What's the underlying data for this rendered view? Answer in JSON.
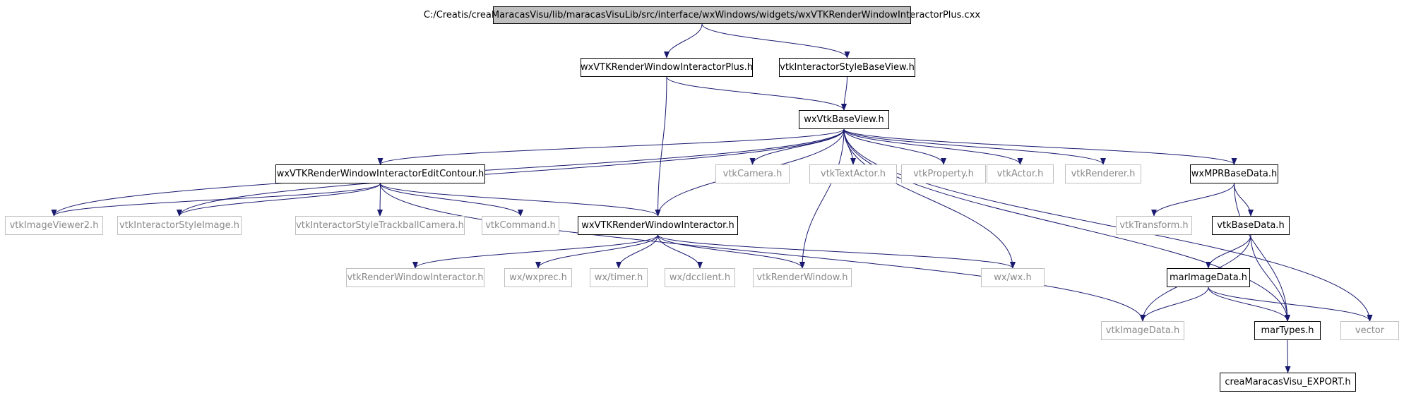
{
  "colors": {
    "edge": "#191970",
    "root_fill": "#bfbfbf",
    "solid_border": "#000000",
    "light_border": "#bfbfbf",
    "light_text": "#8a8a8a"
  },
  "nodes": [
    {
      "id": "root",
      "label": "C:/Creatis/creaMaracasVisu/lib/maracasVisuLib/src/interface/wxWindows/widgets/wxVTKRenderWindowInteractorPlus.cxx",
      "kind": "root"
    },
    {
      "id": "wxvtkrwiplus",
      "label": "wxVTKRenderWindowInteractorPlus.h",
      "kind": "solid"
    },
    {
      "id": "vtkisbv",
      "label": "vtkInteractorStyleBaseView.h",
      "kind": "solid"
    },
    {
      "id": "wxvtkbaseview",
      "label": "wxVtkBaseView.h",
      "kind": "solid"
    },
    {
      "id": "editcontour",
      "label": "wxVTKRenderWindowInteractorEditContour.h",
      "kind": "solid"
    },
    {
      "id": "vtkcamera",
      "label": "vtkCamera.h",
      "kind": "light"
    },
    {
      "id": "vtktextactor",
      "label": "vtkTextActor.h",
      "kind": "light"
    },
    {
      "id": "vtkproperty",
      "label": "vtkProperty.h",
      "kind": "light"
    },
    {
      "id": "vtkactor",
      "label": "vtkActor.h",
      "kind": "light"
    },
    {
      "id": "vtkrenderer",
      "label": "vtkRenderer.h",
      "kind": "light"
    },
    {
      "id": "wxmprbasedata",
      "label": "wxMPRBaseData.h",
      "kind": "solid"
    },
    {
      "id": "vtkimageviewer2",
      "label": "vtkImageViewer2.h",
      "kind": "light"
    },
    {
      "id": "vtkisimage",
      "label": "vtkInteractorStyleImage.h",
      "kind": "light"
    },
    {
      "id": "vtkistc",
      "label": "vtkInteractorStyleTrackballCamera.h",
      "kind": "light"
    },
    {
      "id": "vtkcommand",
      "label": "vtkCommand.h",
      "kind": "light"
    },
    {
      "id": "wxvtkrwi",
      "label": "wxVTKRenderWindowInteractor.h",
      "kind": "solid"
    },
    {
      "id": "vtktransform",
      "label": "vtkTransform.h",
      "kind": "light"
    },
    {
      "id": "vtkbasedata",
      "label": "vtkBaseData.h",
      "kind": "solid"
    },
    {
      "id": "vtkrwi",
      "label": "vtkRenderWindowInteractor.h",
      "kind": "light"
    },
    {
      "id": "wxprec",
      "label": "wx/wxprec.h",
      "kind": "light"
    },
    {
      "id": "wxtimer",
      "label": "wx/timer.h",
      "kind": "light"
    },
    {
      "id": "wxdcclient",
      "label": "wx/dcclient.h",
      "kind": "light"
    },
    {
      "id": "vtkrenderwindow",
      "label": "vtkRenderWindow.h",
      "kind": "light"
    },
    {
      "id": "wxwx",
      "label": "wx/wx.h",
      "kind": "light"
    },
    {
      "id": "marimagedata",
      "label": "marImageData.h",
      "kind": "solid"
    },
    {
      "id": "vtkimagedata",
      "label": "vtkImageData.h",
      "kind": "light"
    },
    {
      "id": "martypes",
      "label": "marTypes.h",
      "kind": "solid"
    },
    {
      "id": "vector",
      "label": "vector",
      "kind": "light"
    },
    {
      "id": "export",
      "label": "creaMaracasVisu_EXPORT.h",
      "kind": "solid"
    }
  ],
  "edges": [
    [
      "root",
      "wxvtkrwiplus"
    ],
    [
      "root",
      "vtkisbv"
    ],
    [
      "wxvtkrwiplus",
      "wxvtkbaseview"
    ],
    [
      "wxvtkrwiplus",
      "wxvtkrwi"
    ],
    [
      "vtkisbv",
      "wxvtkbaseview"
    ],
    [
      "wxvtkbaseview",
      "editcontour"
    ],
    [
      "wxvtkbaseview",
      "vtkcamera"
    ],
    [
      "wxvtkbaseview",
      "vtktextactor"
    ],
    [
      "wxvtkbaseview",
      "vtkproperty"
    ],
    [
      "wxvtkbaseview",
      "vtkactor"
    ],
    [
      "wxvtkbaseview",
      "vtkrenderer"
    ],
    [
      "wxvtkbaseview",
      "wxmprbasedata"
    ],
    [
      "wxvtkbaseview",
      "vtkimageviewer2"
    ],
    [
      "wxvtkbaseview",
      "vtkisimage"
    ],
    [
      "wxvtkbaseview",
      "wxvtkrwi"
    ],
    [
      "wxvtkbaseview",
      "vtkrenderwindow"
    ],
    [
      "wxvtkbaseview",
      "wxwx"
    ],
    [
      "wxvtkbaseview",
      "martypes"
    ],
    [
      "wxvtkbaseview",
      "vector"
    ],
    [
      "editcontour",
      "vtkimageviewer2"
    ],
    [
      "editcontour",
      "vtkisimage"
    ],
    [
      "editcontour",
      "vtkistc"
    ],
    [
      "editcontour",
      "vtkcommand"
    ],
    [
      "editcontour",
      "wxvtkrwi"
    ],
    [
      "editcontour",
      "vtkimagedata"
    ],
    [
      "wxvtkrwi",
      "vtkrwi"
    ],
    [
      "wxvtkrwi",
      "wxprec"
    ],
    [
      "wxvtkrwi",
      "wxtimer"
    ],
    [
      "wxvtkrwi",
      "wxdcclient"
    ],
    [
      "wxvtkrwi",
      "vtkrenderwindow"
    ],
    [
      "wxvtkrwi",
      "wxwx"
    ],
    [
      "wxmprbasedata",
      "vtktransform"
    ],
    [
      "wxmprbasedata",
      "vtkbasedata"
    ],
    [
      "wxmprbasedata",
      "martypes"
    ],
    [
      "vtkbasedata",
      "marimagedata"
    ],
    [
      "vtkbasedata",
      "vtkimagedata"
    ],
    [
      "vtkbasedata",
      "martypes"
    ],
    [
      "marimagedata",
      "vtkimagedata"
    ],
    [
      "marimagedata",
      "martypes"
    ],
    [
      "marimagedata",
      "vector"
    ],
    [
      "martypes",
      "export"
    ]
  ]
}
